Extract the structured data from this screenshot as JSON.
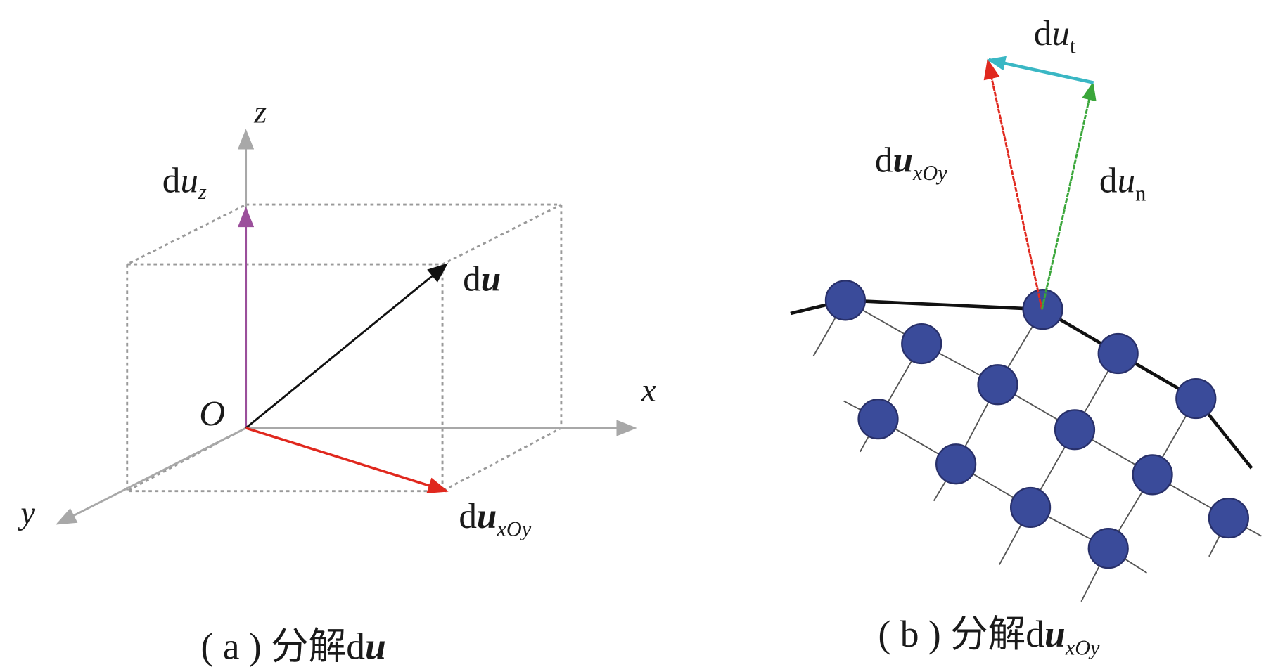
{
  "panel_a": {
    "axis_labels": {
      "x": "x",
      "y": "y",
      "z": "z",
      "origin": "O"
    },
    "vectors": {
      "du": {
        "d": "d",
        "u": "u"
      },
      "du_z": {
        "d": "d",
        "u": "u",
        "sub": "z"
      },
      "du_xoy": {
        "d": "d",
        "u": "u",
        "sub": "xOy"
      }
    },
    "caption": {
      "prefix": "( a ) 分解d",
      "bold": "u",
      "sub": ""
    },
    "colors": {
      "du": "#111111",
      "du_z": "#9b4f9b",
      "du_xoy": "#e0281e",
      "axis": "#a8a8a8"
    }
  },
  "panel_b": {
    "vectors": {
      "du_t": {
        "d": "d",
        "u": "u",
        "sub": "t"
      },
      "du_n": {
        "d": "d",
        "u": "u",
        "sub": "n"
      },
      "du_xoy": {
        "d": "d",
        "u": "u",
        "sub": "xOy"
      }
    },
    "caption": {
      "prefix": "( b ) 分解d",
      "bold": "u",
      "sub": "xOy"
    },
    "colors": {
      "du_t": "#3ab7c4",
      "du_n": "#3aa63a",
      "du_xoy": "#e0281e",
      "node": "#3a4b9a"
    }
  }
}
